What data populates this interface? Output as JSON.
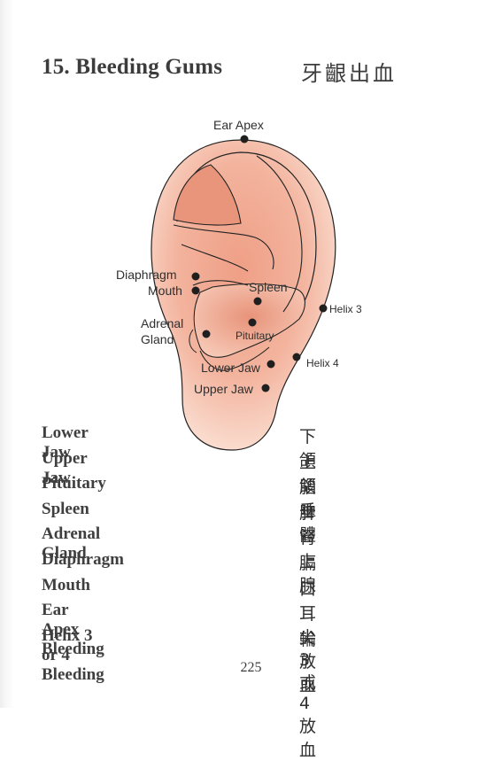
{
  "title": "15. Bleeding Gums",
  "title_cn": "牙齦出血",
  "diagram_labels": {
    "ear_apex": "Ear Apex",
    "diaphragm": "Diaphragm",
    "mouth": "Mouth",
    "spleen": "Spleen",
    "helix3": "Helix 3",
    "adrenal_line1": "Adrenal",
    "adrenal_line2": "Gland",
    "pituitary": "Pituitary",
    "helix4": "Helix 4",
    "lower_jaw": "Lower Jaw",
    "upper_jaw": "Upper Jaw"
  },
  "points": [
    {
      "en": "Lower Jaw",
      "cn": "下頜"
    },
    {
      "en": "Upper Jaw",
      "cn": "上頜"
    },
    {
      "en": "Pituitary",
      "cn": "腦垂體"
    },
    {
      "en": "Spleen",
      "cn": "脾"
    },
    {
      "en": "Adrenal Gland",
      "cn": "腎上腺"
    },
    {
      "en": "Diaphragm",
      "cn": "膈"
    },
    {
      "en": "Mouth",
      "cn": "口"
    },
    {
      "en": "Ear Apex Bleeding",
      "cn": "耳尖放血"
    },
    {
      "en": "Helix 3 or 4 Bleeding",
      "cn": "輪 3 或 4 放血"
    }
  ],
  "page_number": "225",
  "colors": {
    "ear_fill": "#f3b39d",
    "ear_light": "#f8d6c6",
    "ear_dark": "#e79a82",
    "text": "#3c3c3c"
  }
}
